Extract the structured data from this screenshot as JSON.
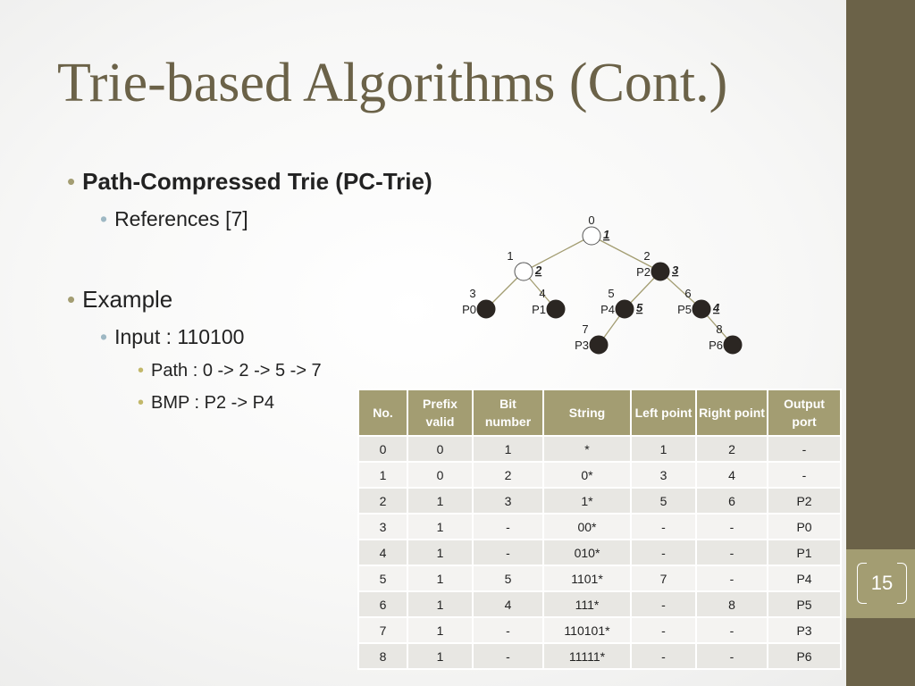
{
  "title": "Trie-based Algorithms (Cont.)",
  "bullets": {
    "pc_trie": "Path-Compressed Trie (PC-Trie)",
    "references": "References [7]",
    "example": "Example",
    "input": "Input : 110100",
    "path": "Path : 0 -> 2 -> 5 -> 7",
    "bmp": "BMP : P2 -> P4"
  },
  "page_number": "15",
  "trie": {
    "nodes": [
      {
        "id": "0",
        "filled": false,
        "bit": "1",
        "prefix": ""
      },
      {
        "id": "1",
        "filled": false,
        "bit": "2",
        "prefix": ""
      },
      {
        "id": "2",
        "filled": true,
        "bit": "3",
        "prefix": "P2"
      },
      {
        "id": "3",
        "filled": true,
        "bit": "",
        "prefix": "P0"
      },
      {
        "id": "4",
        "filled": true,
        "bit": "",
        "prefix": "P1"
      },
      {
        "id": "5",
        "filled": true,
        "bit": "5",
        "prefix": "P4"
      },
      {
        "id": "6",
        "filled": true,
        "bit": "4",
        "prefix": "P5"
      },
      {
        "id": "7",
        "filled": true,
        "bit": "",
        "prefix": "P3"
      },
      {
        "id": "8",
        "filled": true,
        "bit": "",
        "prefix": "P6"
      }
    ],
    "edges": [
      [
        "0",
        "1"
      ],
      [
        "0",
        "2"
      ],
      [
        "1",
        "3"
      ],
      [
        "1",
        "4"
      ],
      [
        "2",
        "5"
      ],
      [
        "2",
        "6"
      ],
      [
        "5",
        "7"
      ],
      [
        "6",
        "8"
      ]
    ]
  },
  "table": {
    "headers": [
      "No.",
      "Prefix valid",
      "Bit number",
      "String",
      "Left point",
      "Right point",
      "Output port"
    ],
    "rows": [
      [
        "0",
        "0",
        "1",
        "*",
        "1",
        "2",
        "-"
      ],
      [
        "1",
        "0",
        "2",
        "0*",
        "3",
        "4",
        "-"
      ],
      [
        "2",
        "1",
        "3",
        "1*",
        "5",
        "6",
        "P2"
      ],
      [
        "3",
        "1",
        "-",
        "00*",
        "-",
        "-",
        "P0"
      ],
      [
        "4",
        "1",
        "-",
        "010*",
        "-",
        "-",
        "P1"
      ],
      [
        "5",
        "1",
        "5",
        "1101*",
        "7",
        "-",
        "P4"
      ],
      [
        "6",
        "1",
        "4",
        "111*",
        "-",
        "8",
        "P5"
      ],
      [
        "7",
        "1",
        "-",
        "110101*",
        "-",
        "-",
        "P3"
      ],
      [
        "8",
        "1",
        "-",
        "11111*",
        "-",
        "-",
        "P6"
      ]
    ]
  },
  "colors": {
    "accent": "#6b6248",
    "header_fill": "#a39d72",
    "node_fill": "#2b2622",
    "edge": "#a39d72"
  }
}
